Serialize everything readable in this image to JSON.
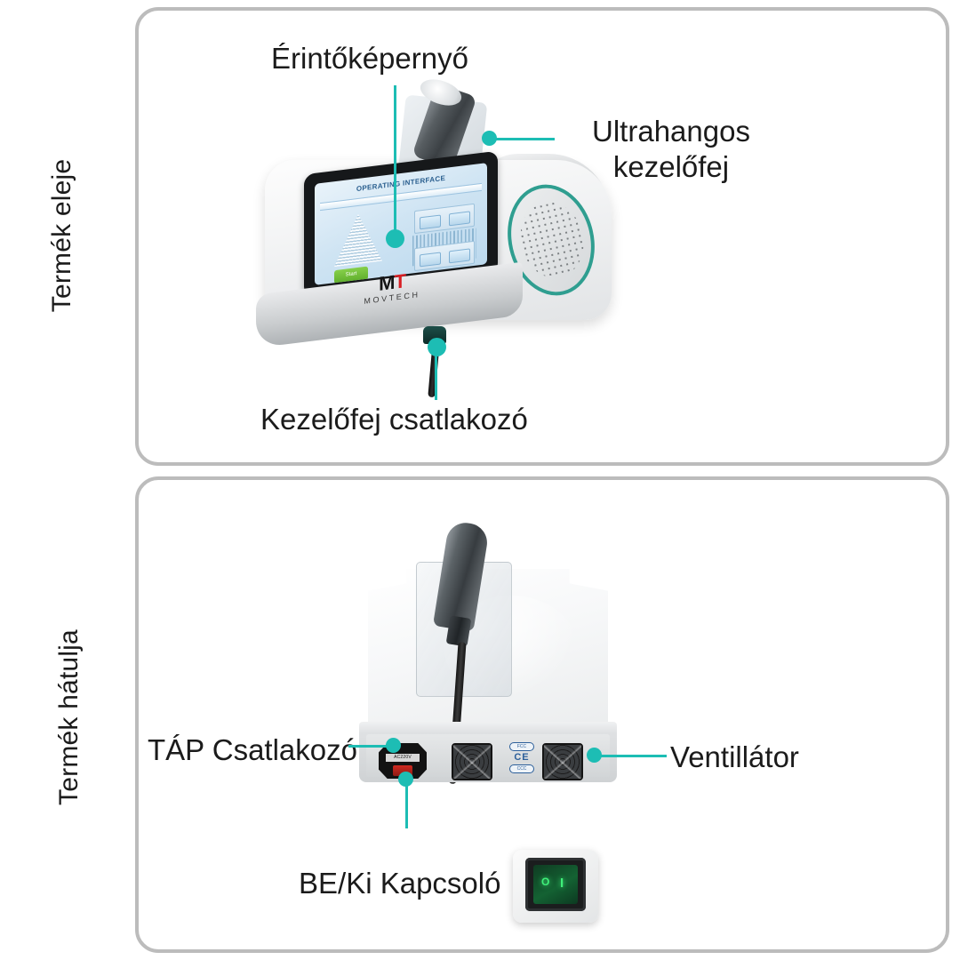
{
  "page": {
    "accent_color": "#1dbdb4",
    "panel_border_color": "#bcbcbc",
    "background_color": "#ffffff",
    "language": "hu"
  },
  "panels": [
    {
      "id": "front",
      "side_caption": "Termék eleje",
      "callouts": [
        {
          "id": "touchscreen",
          "label": "Érintőképernyő"
        },
        {
          "id": "ultrasonic-head",
          "label": "Ultrahangos kezelőfej",
          "line_1": "Ultrahangos",
          "line_2": "kezelőfej"
        },
        {
          "id": "head-connector",
          "label": "Kezelőfej csatlakozó"
        }
      ],
      "device": {
        "brand_mark": "MT",
        "brand_mark_letters": {
          "first": "M",
          "second": "T"
        },
        "brand_name": "MOVTECH",
        "brand_mark_color_first": "#141414",
        "brand_mark_color_second": "#d81f24",
        "screen": {
          "title": "OPERATING INTERFACE",
          "action_button": "Start"
        },
        "vent_ring_color": "#2f9e90"
      }
    },
    {
      "id": "rear",
      "side_caption": "Termék hátulja",
      "callouts": [
        {
          "id": "power-connector",
          "label": "TÁP Csatlakozó"
        },
        {
          "id": "fan",
          "label": "Ventillátor"
        },
        {
          "id": "power-switch",
          "label": "BE/Ki Kapcsoló"
        }
      ],
      "device": {
        "power_socket_label": "AC220V",
        "certifications": [
          {
            "id": "fcc",
            "text": "FCC"
          },
          {
            "id": "ce",
            "text": "CE"
          },
          {
            "id": "ccc",
            "text": "CCC"
          }
        ]
      },
      "switch_inset": {
        "off_symbol": "O",
        "on_symbol": "I",
        "indicator_color": "#3ff07a"
      }
    }
  ]
}
